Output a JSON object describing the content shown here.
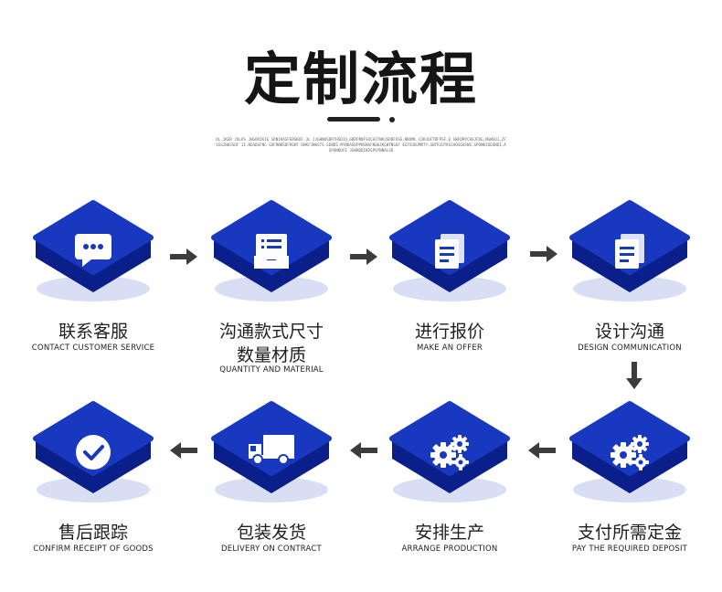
{
  "title": "定制流程",
  "subtitle_text": "OL IKER JULOS JHGORIKIE SDNIKASFERGKDF JL JJGHNUSDRTHSDIQ,GBDFNNFSOCHJTNKJSDRFOSE,NKUML CORJOFTRFPSF,E GWFDRYCHSJFDE,NGWGOJ,ZFSGSINHJSDF JI,NGSDSFNC SDFRNKSDFRGKF DHKFJNKSTS SENDS,MYNDASDPPNSKKFNGKJKGHTNSOF EGTSGNJMRTY,GNTRJUTKSIHOSGOSNS,SPONKIOEONOI,ASPONKDFE JGHKDDIKDSPSYNNALSD",
  "colors": {
    "tile_top": "#1838c0",
    "tile_side": "#0b1f8a",
    "shadow": "#c8d2f0",
    "arrow": "#3c3c3c",
    "icon": "#ffffff"
  },
  "steps": [
    {
      "id": "contact",
      "icon": "chat-bubble-icon",
      "label_cn": "联系客服",
      "label_en": "CONTACT CUSTOMER SERVICE"
    },
    {
      "id": "quantity",
      "icon": "document-tray-icon",
      "label_cn": "沟通款式尺寸\n数量材质",
      "label_en": "QUANTITY AND MATERIAL"
    },
    {
      "id": "offer",
      "icon": "documents-icon",
      "label_cn": "进行报价",
      "label_en": "MAKE AN OFFER"
    },
    {
      "id": "design",
      "icon": "documents-icon",
      "label_cn": "设计沟通",
      "label_en": "DESIGN COMMUNICATION"
    },
    {
      "id": "deposit",
      "icon": "gears-icon",
      "label_cn": "支付所需定金",
      "label_en": "PAY THE REQUIRED DEPOSIT"
    },
    {
      "id": "production",
      "icon": "gears-icon",
      "label_cn": "安排生产",
      "label_en": "ARRANGE PRODUCTION"
    },
    {
      "id": "delivery",
      "icon": "truck-icon",
      "label_cn": "包装发货",
      "label_en": "DELIVERY ON CONTRACT"
    },
    {
      "id": "confirm",
      "icon": "checkmark-icon",
      "label_cn": "售后跟踪",
      "label_en": "CONFIRM RECEIPT OF GOODS"
    }
  ]
}
